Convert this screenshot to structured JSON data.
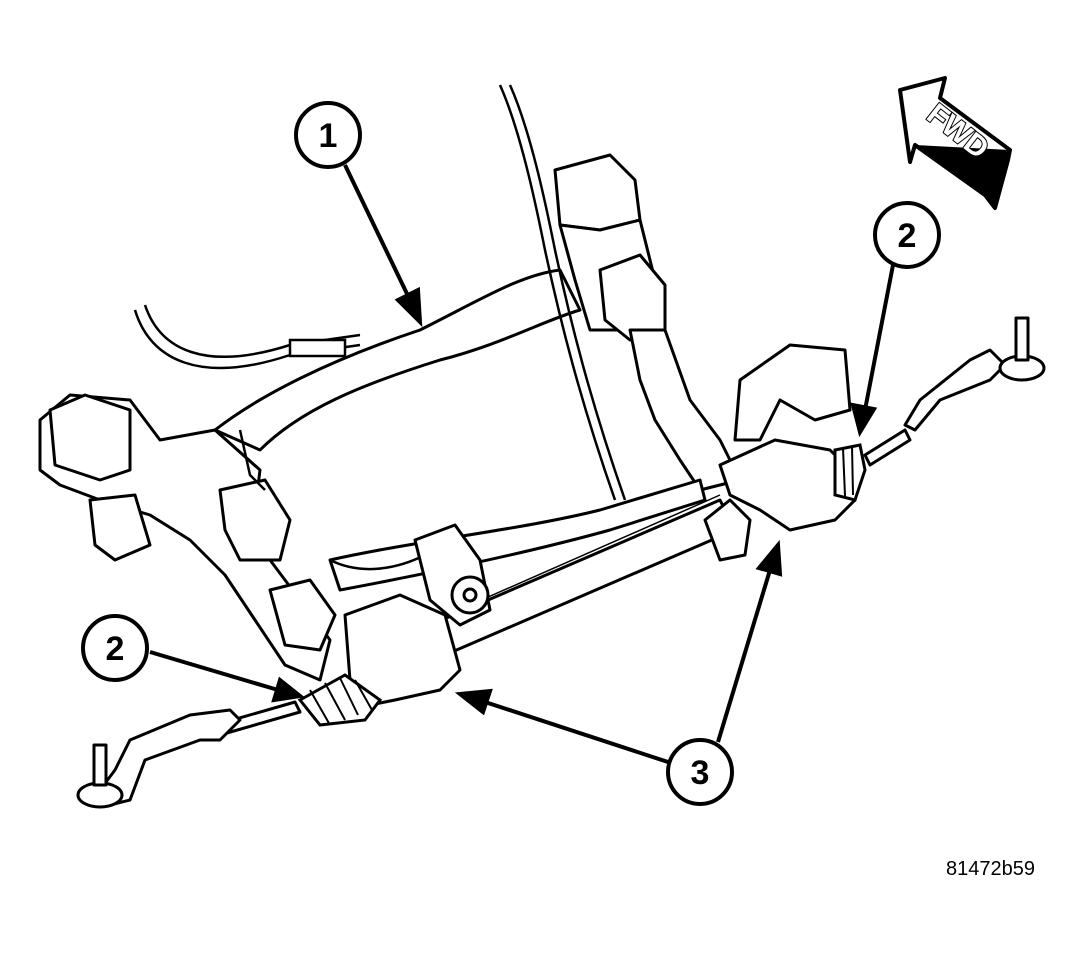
{
  "figure_id": "81472b59",
  "direction_label": "FWD",
  "callouts": [
    {
      "id": "callout-1",
      "label": "1"
    },
    {
      "id": "callout-2-right",
      "label": "2"
    },
    {
      "id": "callout-2-left",
      "label": "2"
    },
    {
      "id": "callout-3",
      "label": "3"
    }
  ]
}
